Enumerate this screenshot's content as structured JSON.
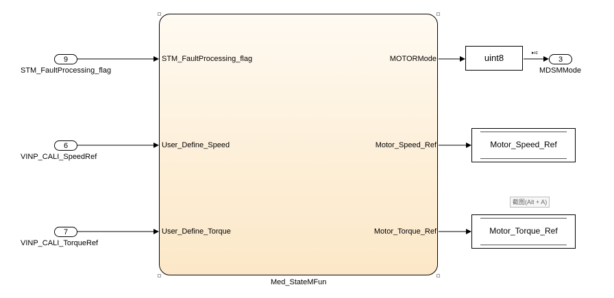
{
  "chart_block": {
    "name": "Med_StateMFun",
    "inputs": [
      "STM_FaultProcessing_flag",
      "User_Define_Speed",
      "User_Define_Torque"
    ],
    "outputs": [
      "MOTORMode",
      "Motor_Speed_Ref",
      "Motor_Torque_Ref"
    ]
  },
  "inports": [
    {
      "number": "9",
      "name": "STM_FaultProcessing_flag"
    },
    {
      "number": "6",
      "name": "VINP_CALI_SpeedRef"
    },
    {
      "number": "7",
      "name": "VINP_CALI_TorqueRef"
    }
  ],
  "conversion": {
    "label": "uint8",
    "signal_tag": "▸ıc"
  },
  "outport": {
    "number": "3",
    "name": "MDSMMode"
  },
  "displays": [
    "Motor_Speed_Ref",
    "Motor_Torque_Ref"
  ],
  "tooltip": "截图(Alt + A)"
}
